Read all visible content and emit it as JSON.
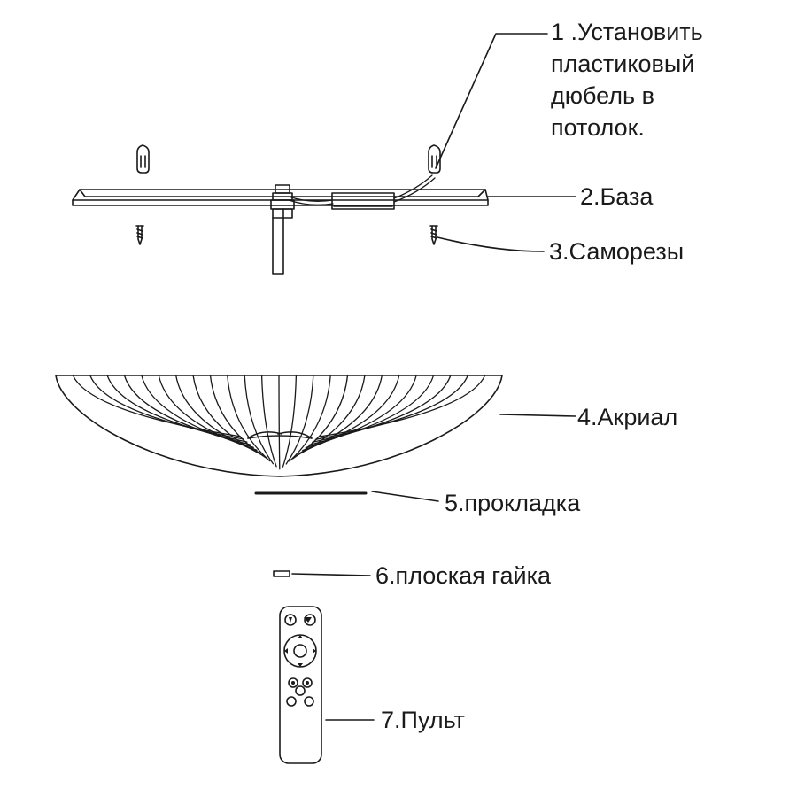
{
  "labels": {
    "dowel": "1 .Установить\nпластиковый\nдюбель в\nпотолок.",
    "base": "2.База",
    "screws": "3.Саморезы",
    "acrylic": "4.Акриал",
    "gasket": "5.прокладка",
    "flat_nut": "6.плоская гайка",
    "remote": "7.Пульт"
  },
  "colors": {
    "ink": "#1a1a1a",
    "background": "#ffffff"
  }
}
